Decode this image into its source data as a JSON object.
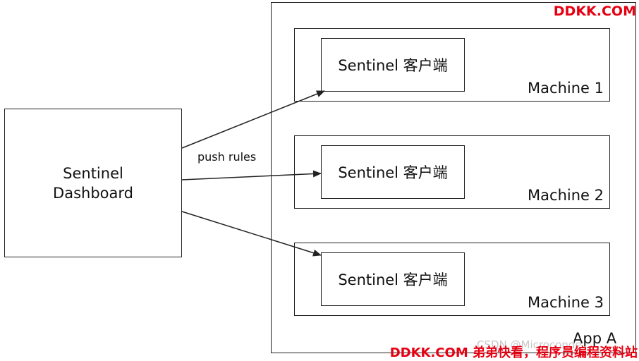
{
  "dashboard": {
    "line1": "Sentinel",
    "line2": "Dashboard"
  },
  "edge_label": "push rules",
  "app": {
    "label": "App A"
  },
  "machines": [
    {
      "client": "Sentinel 客户端",
      "label": "Machine 1"
    },
    {
      "client": "Sentinel 客户端",
      "label": "Machine 2"
    },
    {
      "client": "Sentinel 客户端",
      "label": "Machine 3"
    }
  ],
  "watermarks": {
    "top": "DDKK.COM",
    "csdn": "CSDN @Microconde",
    "bottom": "DDKK.COM 弟弟快看，程序员编程资料站"
  },
  "colors": {
    "line": "#222222",
    "watermark": "#e60012"
  }
}
